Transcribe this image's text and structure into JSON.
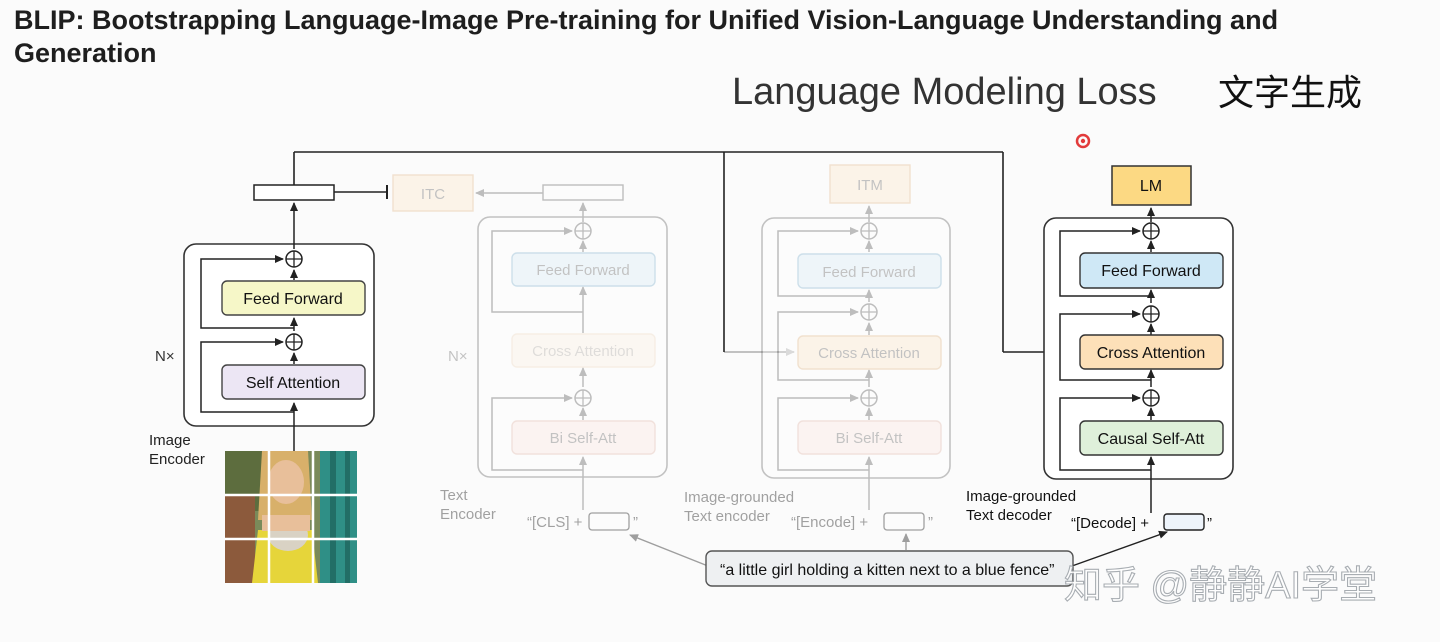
{
  "title": "BLIP: Bootstrapping Language-Image Pre-training for Unified Vision-Language Understanding and Generation",
  "title_line1": "BLIP: Bootstrapping Language-Image Pre-training for Unified Vision-Language Understanding and",
  "title_line2": "Generation",
  "heading": "Language Modeling Loss",
  "heading_cn": "文字生成",
  "watermark": "知乎 @静静AI学堂",
  "image_encoder": {
    "caption_line1": "Image",
    "caption_line2": "Encoder",
    "repeat": "N×",
    "feed_forward": "Feed Forward",
    "self_attention": "Self Attention"
  },
  "text_encoder": {
    "caption_line1": "Text",
    "caption_line2": "Encoder",
    "repeat": "N×",
    "head": "ITC",
    "feed_forward": "Feed Forward",
    "cross_attention": "Cross Attention",
    "self_attention": "Bi Self-Att",
    "input_text": "“[CLS] +",
    "input_close": "”"
  },
  "grounded_encoder": {
    "caption_line1": "Image-grounded",
    "caption_line2": "Text encoder",
    "head": "ITM",
    "feed_forward": "Feed Forward",
    "cross_attention": "Cross Attention",
    "self_attention": "Bi Self-Att",
    "input_text": "“[Encode] +",
    "input_close": "”"
  },
  "grounded_decoder": {
    "caption_line1": "Image-grounded",
    "caption_line2": "Text decoder",
    "head": "LM",
    "feed_forward": "Feed Forward",
    "cross_attention": "Cross Attention",
    "self_attention": "Causal Self-Att",
    "input_text": "“[Decode] +",
    "input_close": "”"
  },
  "caption": "“a little girl holding a kitten next to a blue fence”",
  "colors": {
    "feed_forward_img": "#f6f7c8",
    "feed_forward_txt": "#cfe8f6",
    "cross_attention": "#fde0b8",
    "self_attention_img": "#ece6f4",
    "self_attention_dec": "#dff0da",
    "lm_head": "#fcd983",
    "faded_opacity": "0.28"
  }
}
